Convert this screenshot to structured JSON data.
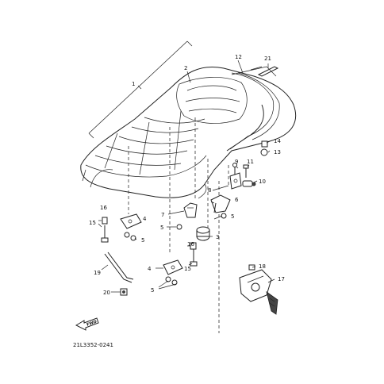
{
  "diagram": {
    "drawing_code": "21L3352-0241",
    "forward_label": "FWD",
    "callouts": {
      "c1": "1",
      "c2": "2",
      "c3": "3",
      "c4a": "4",
      "c4b": "4",
      "c5a": "5",
      "c5b": "5",
      "c5c": "5",
      "c6": "6",
      "c7": "7",
      "c8": "8",
      "c9": "9",
      "c10": "10",
      "c11": "11",
      "c12": "12",
      "c13": "13",
      "c14": "14",
      "c15a": "15",
      "c15b": "15",
      "c16a": "16",
      "c16b": "16",
      "c17": "17",
      "c18": "18",
      "c19": "19",
      "c20": "20",
      "c21": "21"
    }
  }
}
